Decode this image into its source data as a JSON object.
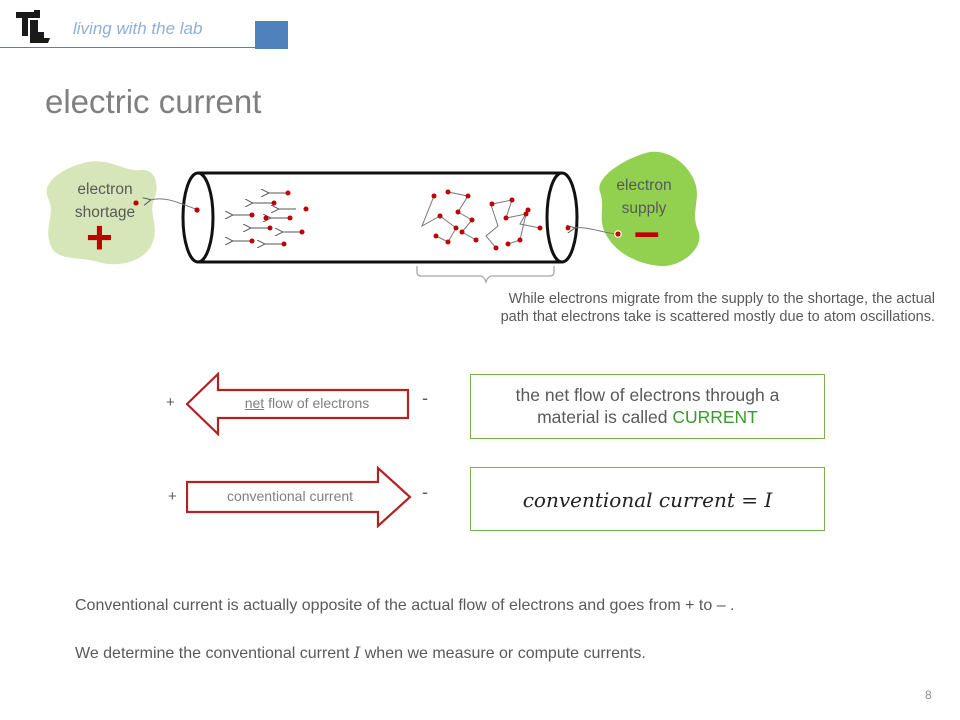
{
  "header": {
    "tagline": "living with the lab",
    "accent_color": "#4f81bd"
  },
  "slide": {
    "title": "electric current",
    "page_number": "8"
  },
  "diagram": {
    "shortage_label_line1": "electron",
    "shortage_label_line2": "shortage",
    "shortage_sign": "+",
    "supply_label_line1": "electron",
    "supply_label_line2": "supply",
    "supply_sign": "–",
    "caption_line1": "While electrons migrate from the supply to the shortage, the actual",
    "caption_line2": "path that electrons take is scattered mostly due to atom oscillations.",
    "electron_color": "#c00000",
    "shortage_color": "#d7e6b8",
    "supply_color": "#92d050"
  },
  "net_flow": {
    "plus": "+",
    "minus": "-",
    "label_underlined": "net",
    "label_rest": " flow of electrons",
    "definition_part1": "the net flow of electrons through a",
    "definition_part2": "material is called ",
    "definition_highlight": "CURRENT"
  },
  "conventional": {
    "plus": "+",
    "minus": "-",
    "label": "conventional current",
    "equation": "conventional current = I"
  },
  "notes": {
    "line1": "Conventional current is actually opposite of the actual flow of electrons and goes from + to – .",
    "line2_part1": "We determine the conventional current ",
    "line2_var": "I",
    "line2_part2": " when we measure or compute currents."
  }
}
